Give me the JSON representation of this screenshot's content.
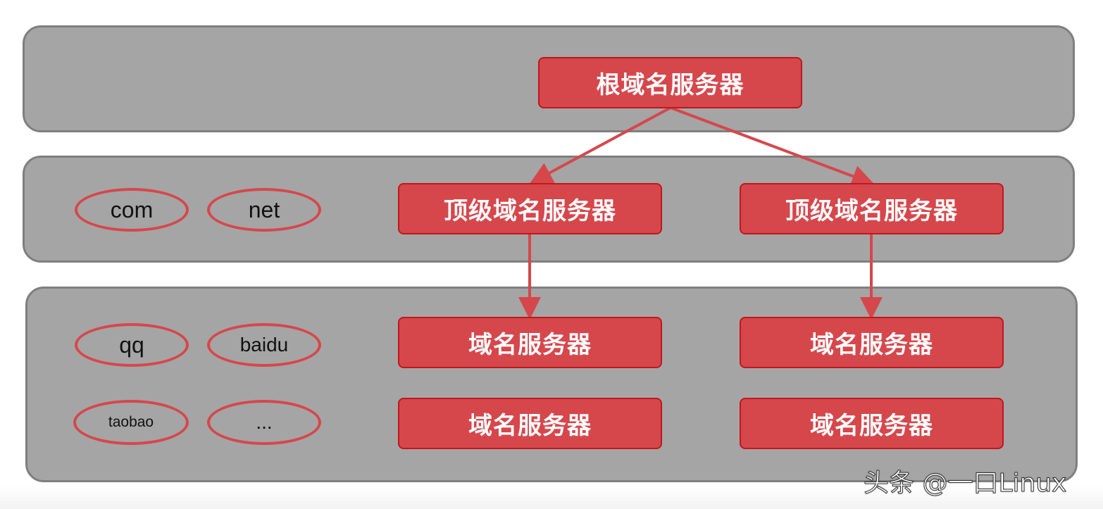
{
  "root_server": "根域名服务器",
  "tld_servers": [
    "顶级域名服务器",
    "顶级域名服务器"
  ],
  "domain_servers": [
    "域名服务器",
    "域名服务器",
    "域名服务器",
    "域名服务器"
  ],
  "tld_labels": [
    "com",
    "net"
  ],
  "second_level_labels": [
    "qq",
    "baidu",
    "taobao",
    "..."
  ],
  "watermark": "头条 @一口Linux",
  "colors": {
    "tier_fill": "#a5a5a5",
    "tier_border": "#7f7f7f",
    "server_fill": "#d6474c",
    "server_border": "#c0171c",
    "arrow": "#d6474c"
  }
}
